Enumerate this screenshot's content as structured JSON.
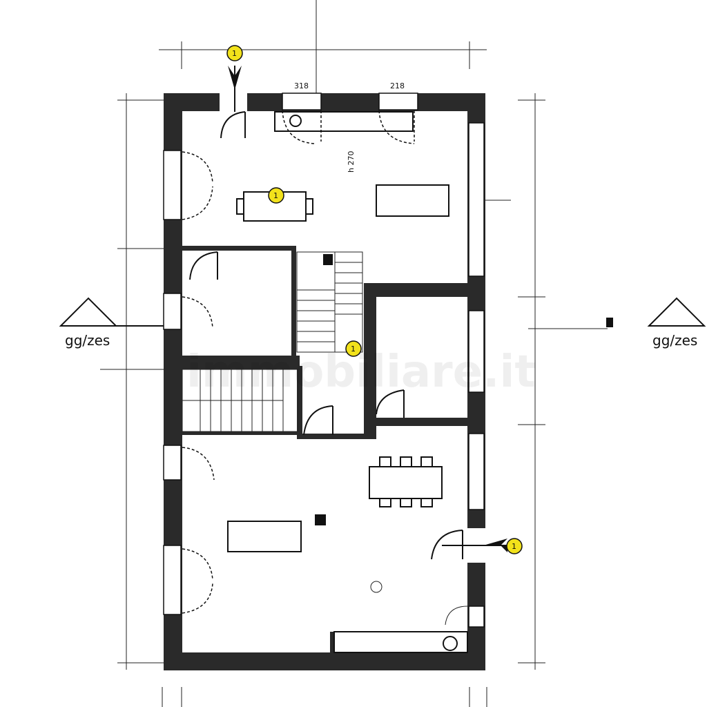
{
  "plan": {
    "top_window_labels": [
      "318",
      "218"
    ],
    "room_height_label": "h 270",
    "section_label_left": "gg/zes",
    "section_label_right": "gg/zes",
    "marker_label": "1",
    "watermark": "immobiliare.it",
    "colors": {
      "wall": "#2a2a2a",
      "marker": "#f2e21b",
      "line": "#111111"
    }
  }
}
